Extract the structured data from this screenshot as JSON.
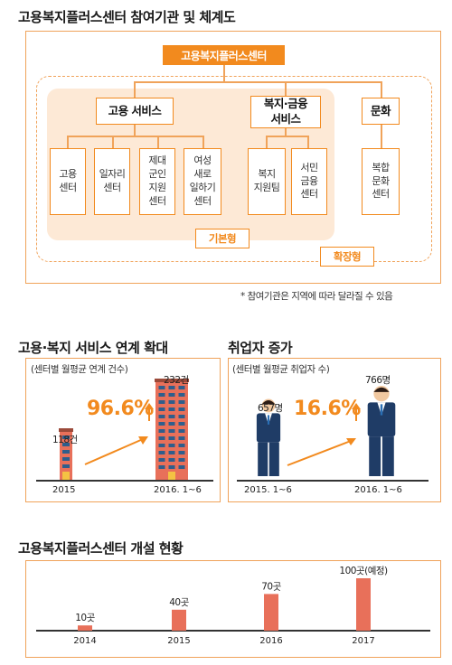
{
  "org_chart": {
    "title": "고용복지플러스센터 참여기관 및 체계도",
    "root": "고용복지플러스센터",
    "groups": [
      {
        "name": "고용 서비스",
        "items": [
          "고용\n센터",
          "일자리\n센터",
          "제대\n군인\n지원\n센터",
          "여성\n새로\n일하기\n센터"
        ]
      },
      {
        "name": "복지·금융\n서비스",
        "items": [
          "복지\n지원팀",
          "서민\n금융\n센터"
        ]
      },
      {
        "name": "문화",
        "items": [
          "복합\n문화\n센터"
        ]
      }
    ],
    "basic_label": "기본형",
    "extended_label": "확장형",
    "note": "* 참여기관은 지역에 따라 달라질 수 있음"
  },
  "chart_data": [
    {
      "type": "bar",
      "title": "고용·복지 서비스 연계 확대",
      "subtitle": "(센터별 월평균 연계 건수)",
      "categories": [
        "2015",
        "2016. 1~6"
      ],
      "values": [
        118,
        232
      ],
      "value_labels": [
        "118건",
        "232건"
      ],
      "change": "96.6%",
      "colors": {
        "accent": "#f28a1e",
        "building": "#e8705a",
        "window": "#2f5e8c"
      }
    },
    {
      "type": "bar",
      "title": "취업자 증가",
      "subtitle": "(센터별 월평균 취업자 수)",
      "categories": [
        "2015. 1~6",
        "2016. 1~6"
      ],
      "values": [
        657,
        766
      ],
      "value_labels": [
        "657명",
        "766명"
      ],
      "change": "16.6%",
      "colors": {
        "accent": "#f28a1e",
        "suit": "#1f3c66",
        "shirt": "#ffffff"
      }
    },
    {
      "type": "bar",
      "title": "고용복지플러스센터 개설 현황",
      "categories": [
        "2014",
        "2015",
        "2016",
        "2017"
      ],
      "values": [
        10,
        40,
        70,
        100
      ],
      "value_labels": [
        "10곳",
        "40곳",
        "70곳",
        "100곳(예정)"
      ],
      "ylim": [
        0,
        100
      ],
      "colors": {
        "bar": "#e8705a"
      }
    }
  ]
}
